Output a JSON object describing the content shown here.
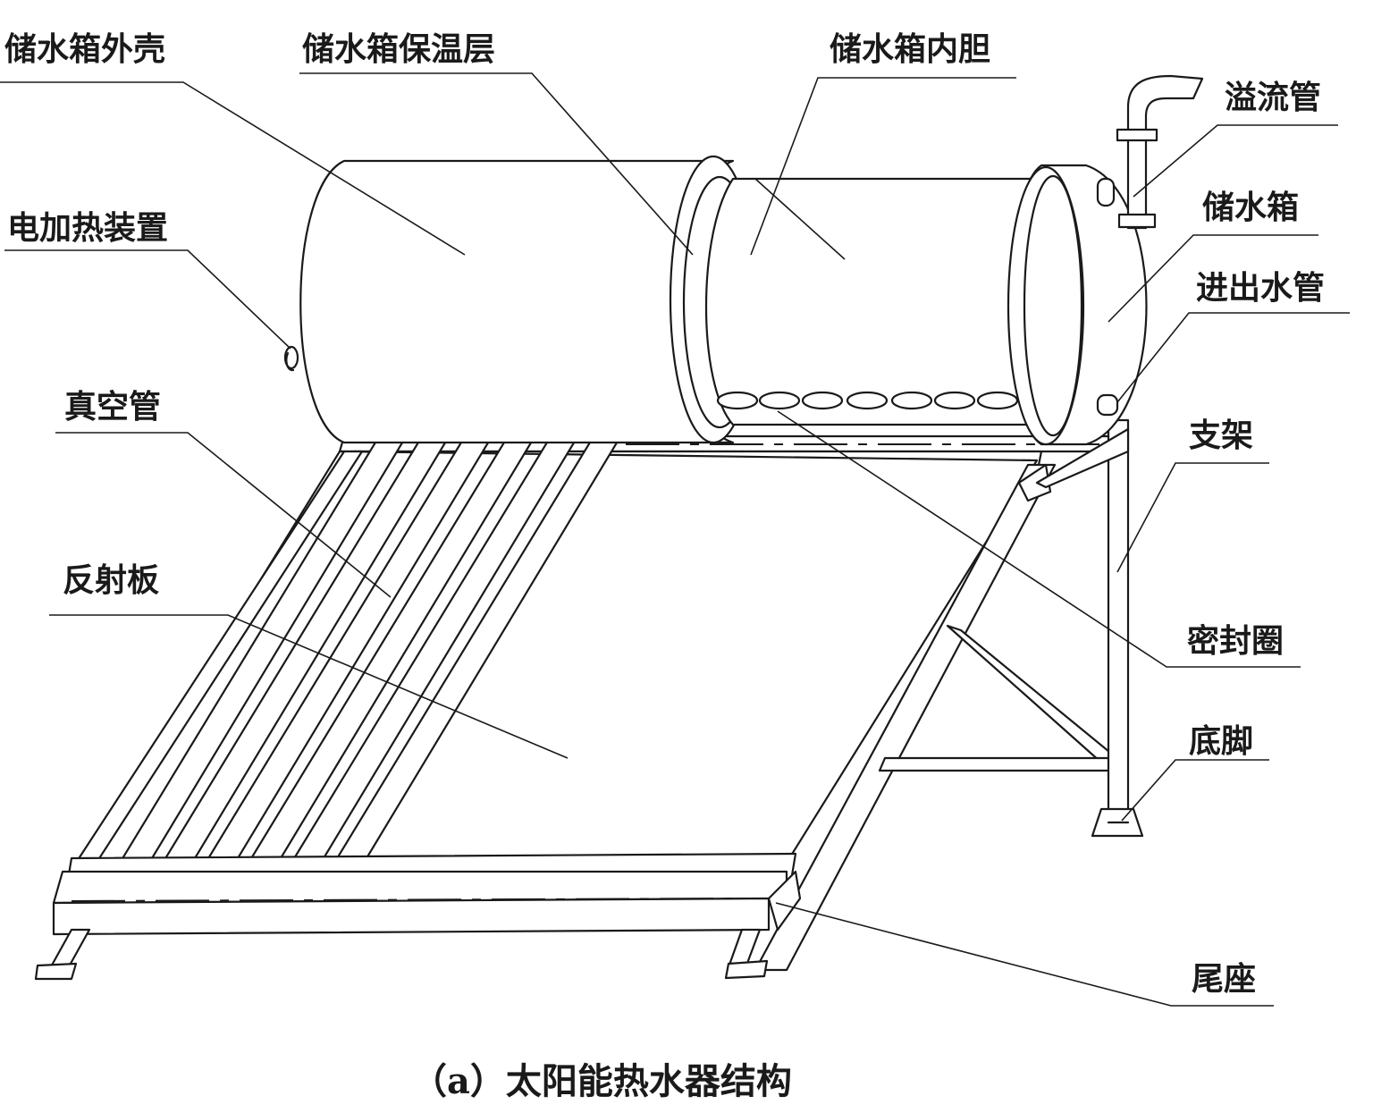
{
  "labels": {
    "shell": "储水箱外壳",
    "insulation": "储水箱保温层",
    "liner": "储水箱内胆",
    "overflow": "溢流管",
    "heater": "电加热装置",
    "tank": "储水箱",
    "inout_pipe": "进出水管",
    "vacuum_tube": "真空管",
    "bracket": "支架",
    "reflector": "反射板",
    "seal_ring": "密封圈",
    "foot": "底脚",
    "tail_seat": "尾座"
  },
  "caption": "（a）太阳能热水器结构"
}
